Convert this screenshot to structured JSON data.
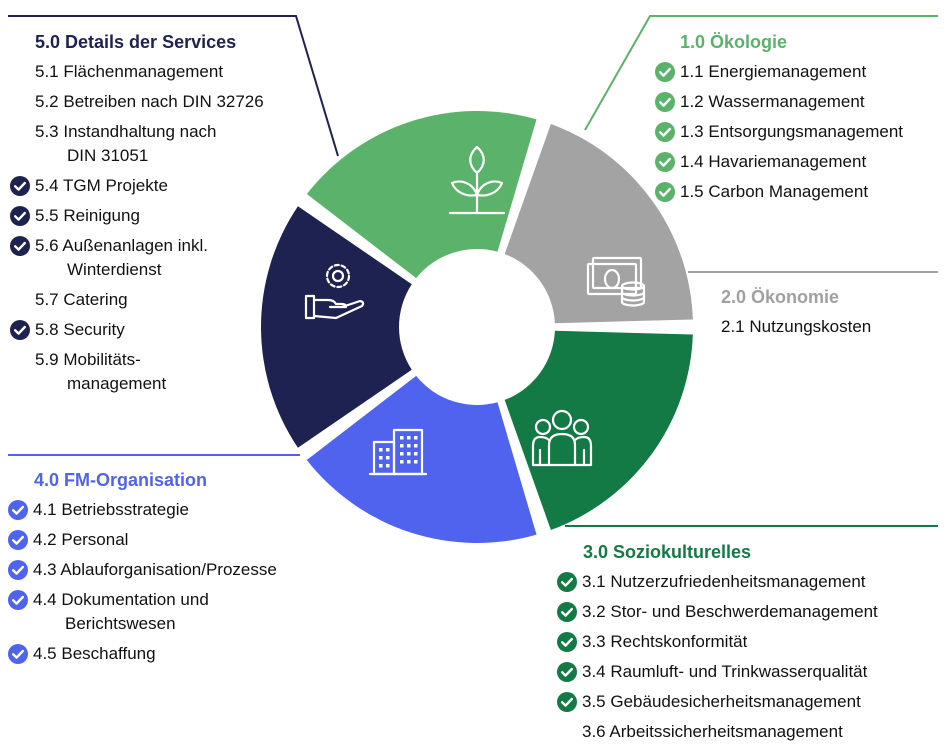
{
  "colors": {
    "oekologie": "#5bb36b",
    "oekonomie": "#a3a3a3",
    "sozio": "#137a45",
    "fm": "#5063ee",
    "services": "#1e2250"
  },
  "segments": [
    {
      "id": "oekologie",
      "icon": "plant-icon"
    },
    {
      "id": "oekonomie",
      "icon": "money-coins-icon"
    },
    {
      "id": "sozio",
      "icon": "people-group-icon"
    },
    {
      "id": "fm",
      "icon": "buildings-icon"
    },
    {
      "id": "services",
      "icon": "hand-gear-icon"
    }
  ],
  "services": {
    "title": "5.0 Details der Services",
    "items": [
      {
        "label": "5.1 Flächenmanagement",
        "checked": false
      },
      {
        "label": "5.2 Betreiben nach DIN 32726",
        "checked": false
      },
      {
        "label": "5.3 Instandhaltung nach",
        "label2": "DIN 31051",
        "checked": false
      },
      {
        "label": "5.4 TGM Projekte",
        "checked": true
      },
      {
        "label": "5.5 Reinigung",
        "checked": true
      },
      {
        "label": "5.6 Außenanlagen inkl.",
        "label2": "Winterdienst",
        "checked": true
      },
      {
        "label": "5.7 Catering",
        "checked": false
      },
      {
        "label": "5.8 Security",
        "checked": true
      },
      {
        "label": "5.9 Mobilitäts-",
        "label2": "management",
        "checked": false
      }
    ]
  },
  "oekologie": {
    "title": "1.0 Ökologie",
    "items": [
      {
        "label": "1.1 Energiemanagement",
        "checked": true
      },
      {
        "label": "1.2 Wassermanagement",
        "checked": true
      },
      {
        "label": "1.3 Entsorgungsmanagement",
        "checked": true
      },
      {
        "label": "1.4 Havariemanagement",
        "checked": true
      },
      {
        "label": "1.5 Carbon Management",
        "checked": true
      }
    ]
  },
  "oekonomie": {
    "title": "2.0 Ökonomie",
    "items": [
      {
        "label": "2.1 Nutzungskosten",
        "checked": false
      }
    ]
  },
  "fm": {
    "title": "4.0 FM-Organisation",
    "items": [
      {
        "label": "4.1 Betriebsstrategie",
        "checked": true
      },
      {
        "label": "4.2 Personal",
        "checked": true
      },
      {
        "label": "4.3 Ablauforganisation/Prozesse",
        "checked": true
      },
      {
        "label": "4.4 Dokumentation und",
        "label2": "Berichtswesen",
        "checked": true
      },
      {
        "label": "4.5 Beschaffung",
        "checked": true
      }
    ]
  },
  "sozio": {
    "title": "3.0 Soziokulturelles",
    "items": [
      {
        "label": "3.1 Nutzerzufriedenheitsmanagement",
        "checked": true
      },
      {
        "label": "3.2 Stor- und Beschwerdemanagement",
        "checked": true
      },
      {
        "label": "3.3 Rechtskonformität",
        "checked": true
      },
      {
        "label": "3.4 Raumluft- und Trinkwasserqualität",
        "checked": true
      },
      {
        "label": "3.5 Gebäudesicherheitsmanagement",
        "checked": true
      },
      {
        "label": "3.6 Arbeitssicherheitsmanagement",
        "checked": false
      }
    ]
  }
}
